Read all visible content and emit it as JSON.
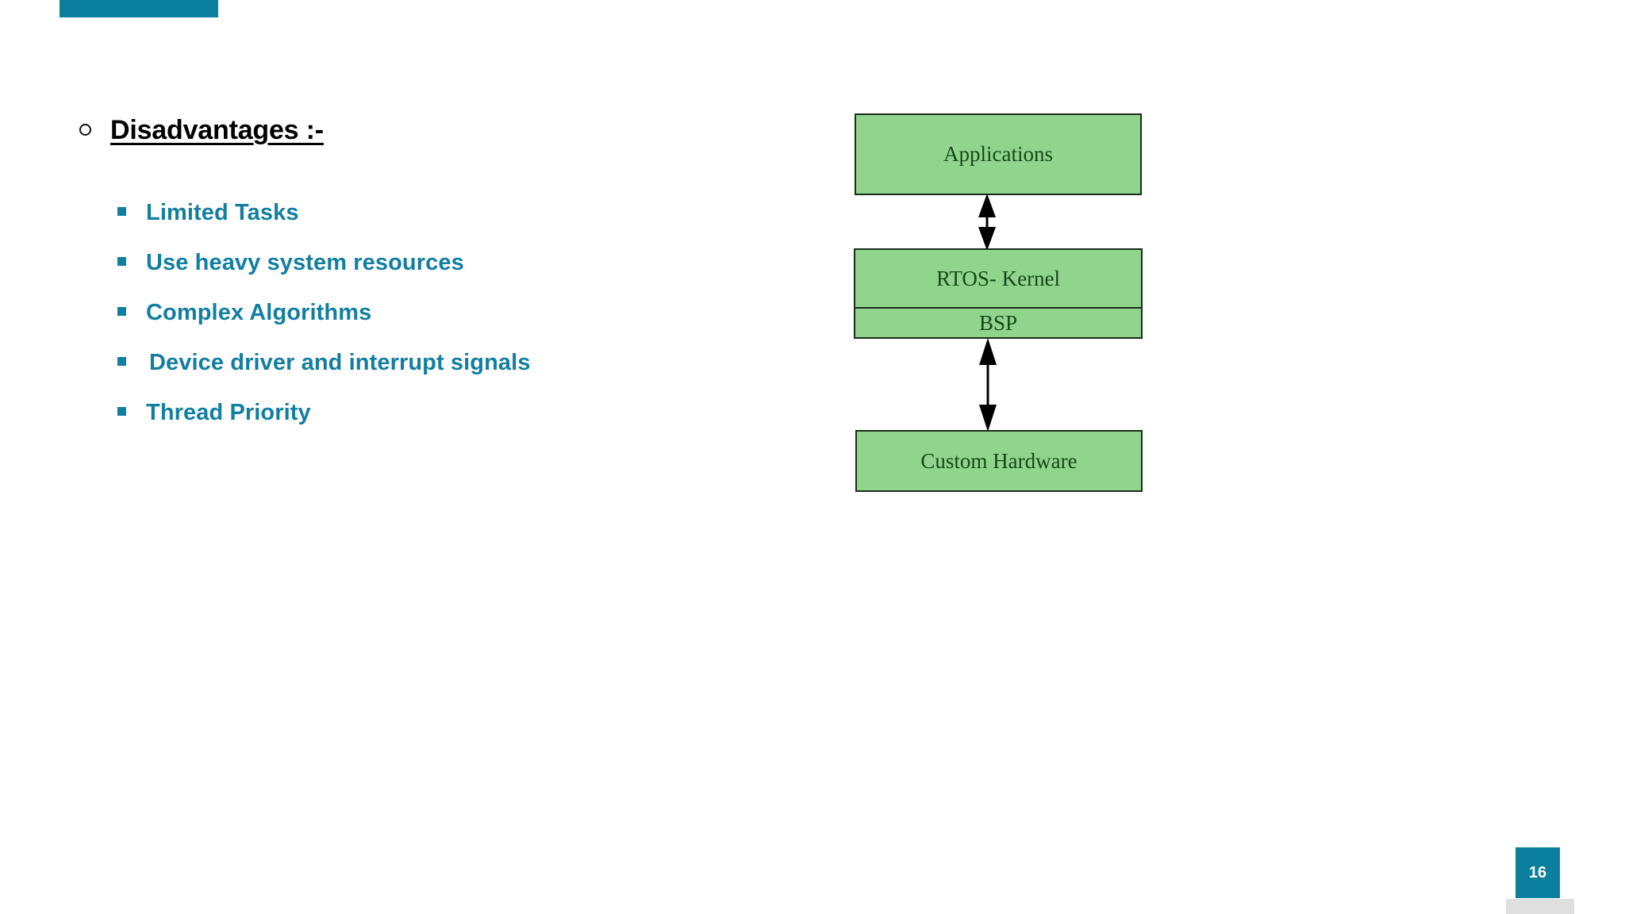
{
  "slide": {
    "accent_color": "#0B7F9E",
    "bullet_text_color": "#127EA0",
    "box_fill_color": "#90D48E",
    "box_border_color": "#1A2E1A",
    "box_text_color": "#154A15",
    "page_number": "16",
    "heading": {
      "bullet": "hollow-circle",
      "text": "Disadvantages :-"
    },
    "bullets": [
      {
        "marker": "square",
        "label": "Limited Tasks"
      },
      {
        "marker": "square",
        "label": "Use heavy system resources"
      },
      {
        "marker": "square",
        "label": "Complex Algorithms"
      },
      {
        "marker": "square",
        "label": "Device driver and interrupt signals"
      },
      {
        "marker": "square",
        "label": "Thread Priority"
      }
    ]
  },
  "diagram": {
    "type": "layered-block-diagram",
    "boxes": [
      {
        "id": "applications",
        "label": "Applications"
      },
      {
        "id": "rtos-kernel",
        "label": "RTOS- Kernel"
      },
      {
        "id": "bsp",
        "label": "BSP"
      },
      {
        "id": "custom-hardware",
        "label": "Custom Hardware"
      }
    ],
    "connectors": [
      {
        "from": "applications",
        "to": "rtos-kernel",
        "style": "double-headed-arrow"
      },
      {
        "from": "bsp",
        "to": "custom-hardware",
        "style": "double-headed-arrow"
      }
    ]
  }
}
